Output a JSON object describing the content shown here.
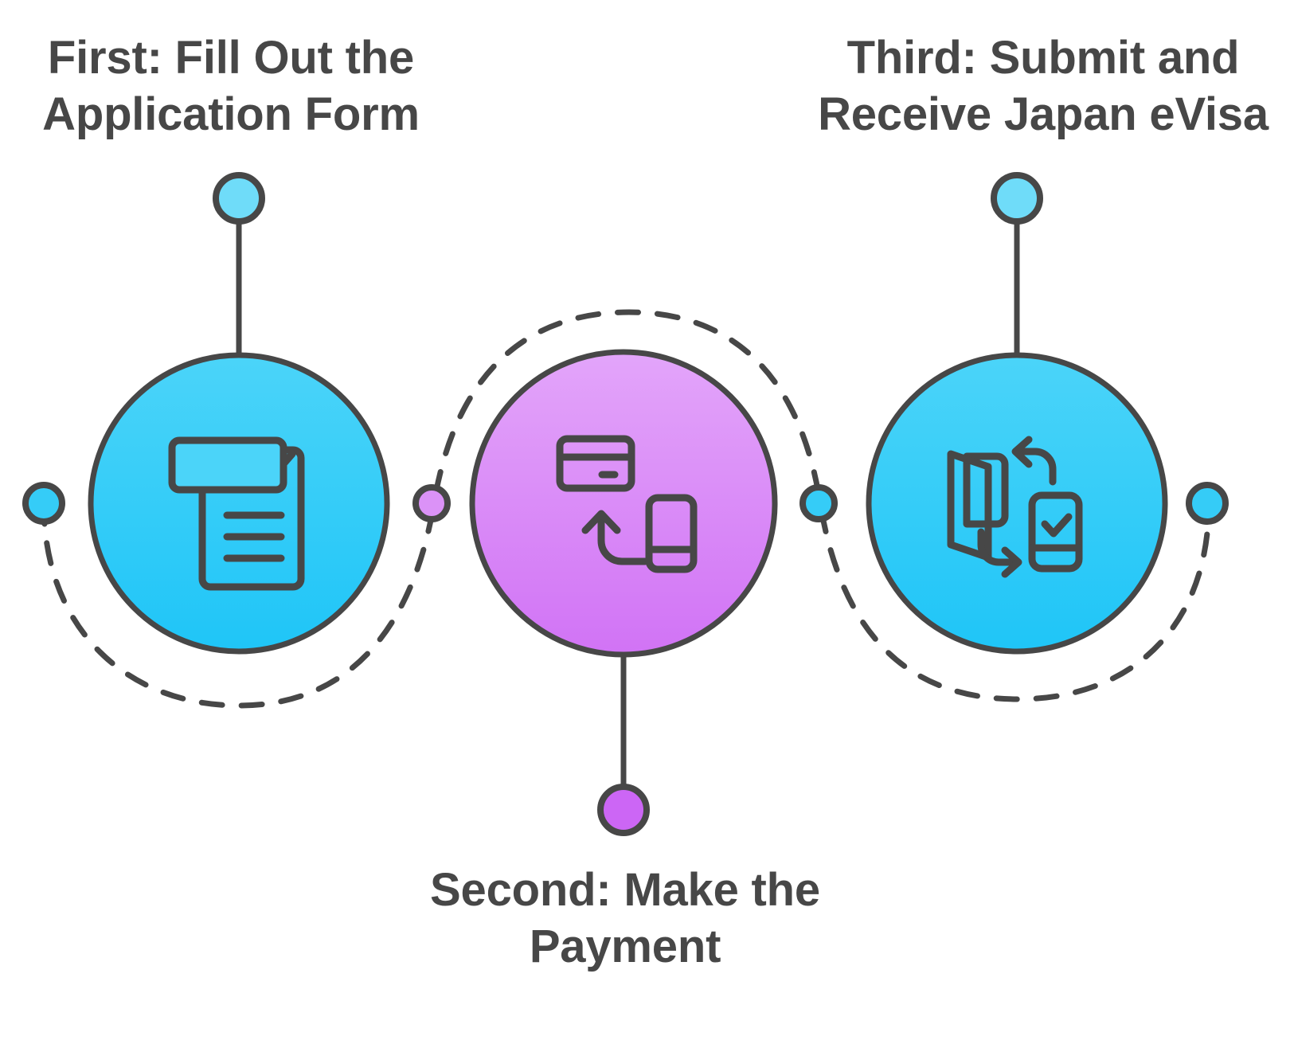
{
  "diagram": {
    "type": "process-flow",
    "orientation": "horizontal-serpentine",
    "background_color": "#FFFFFF",
    "stroke_color": "#474747",
    "title_color": "#474747",
    "step_count": 3,
    "steps": [
      {
        "order": 1,
        "ordinal_label": "First",
        "title": "First: Fill Out the\nApplication Form",
        "title_line_1": "First: Fill Out the",
        "title_line_2": "Application Form",
        "circle_color": "#35CCF7",
        "circle_color_top": "#4AD3F8",
        "circle_color_bottom": "#20C6F7",
        "label_position": "above",
        "stem_dot_color": "#6FDCF9",
        "icon_name": "application-form-icon",
        "icon_parts": [
          "document-sheet",
          "dropdown-field",
          "chevron-down",
          "text-line",
          "text-line",
          "text-line"
        ]
      },
      {
        "order": 2,
        "ordinal_label": "Second",
        "title": "Second: Make the\nPayment",
        "title_line_1": "Second: Make the",
        "title_line_2": "Payment",
        "circle_color": "#DB92F7",
        "circle_color_top": "#E2A3F9",
        "circle_color_bottom": "#D275F5",
        "label_position": "below",
        "stem_dot_color": "#CC66F5",
        "icon_name": "mobile-payment-icon",
        "icon_parts": [
          "credit-card",
          "card-stripe",
          "card-chip",
          "curved-up-arrow",
          "smartphone"
        ]
      },
      {
        "order": 3,
        "ordinal_label": "Third",
        "title": "Third: Submit and\nReceive Japan eVisa",
        "title_line_1": "Third: Submit and",
        "title_line_2": "Receive Japan eVisa",
        "circle_color": "#35CCF7",
        "circle_color_top": "#4AD3F8",
        "circle_color_bottom": "#20C6F7",
        "label_position": "above",
        "stem_dot_color": "#6FDCF9",
        "icon_name": "submit-receive-evisa-icon",
        "icon_parts": [
          "open-passport-booklet",
          "curved-arrow-left",
          "curved-arrow-right",
          "smartphone-with-checkmark"
        ]
      }
    ],
    "connector_dots": [
      {
        "name": "path-dot-left",
        "color": "#35CCF7"
      },
      {
        "name": "path-dot-one-two",
        "color": "#DB92F7"
      },
      {
        "name": "path-dot-two-three",
        "color": "#35CCF7"
      },
      {
        "name": "path-dot-right",
        "color": "#35CCF7"
      }
    ],
    "connector_line_style": "dashed",
    "connector_line_color": "#474747"
  }
}
